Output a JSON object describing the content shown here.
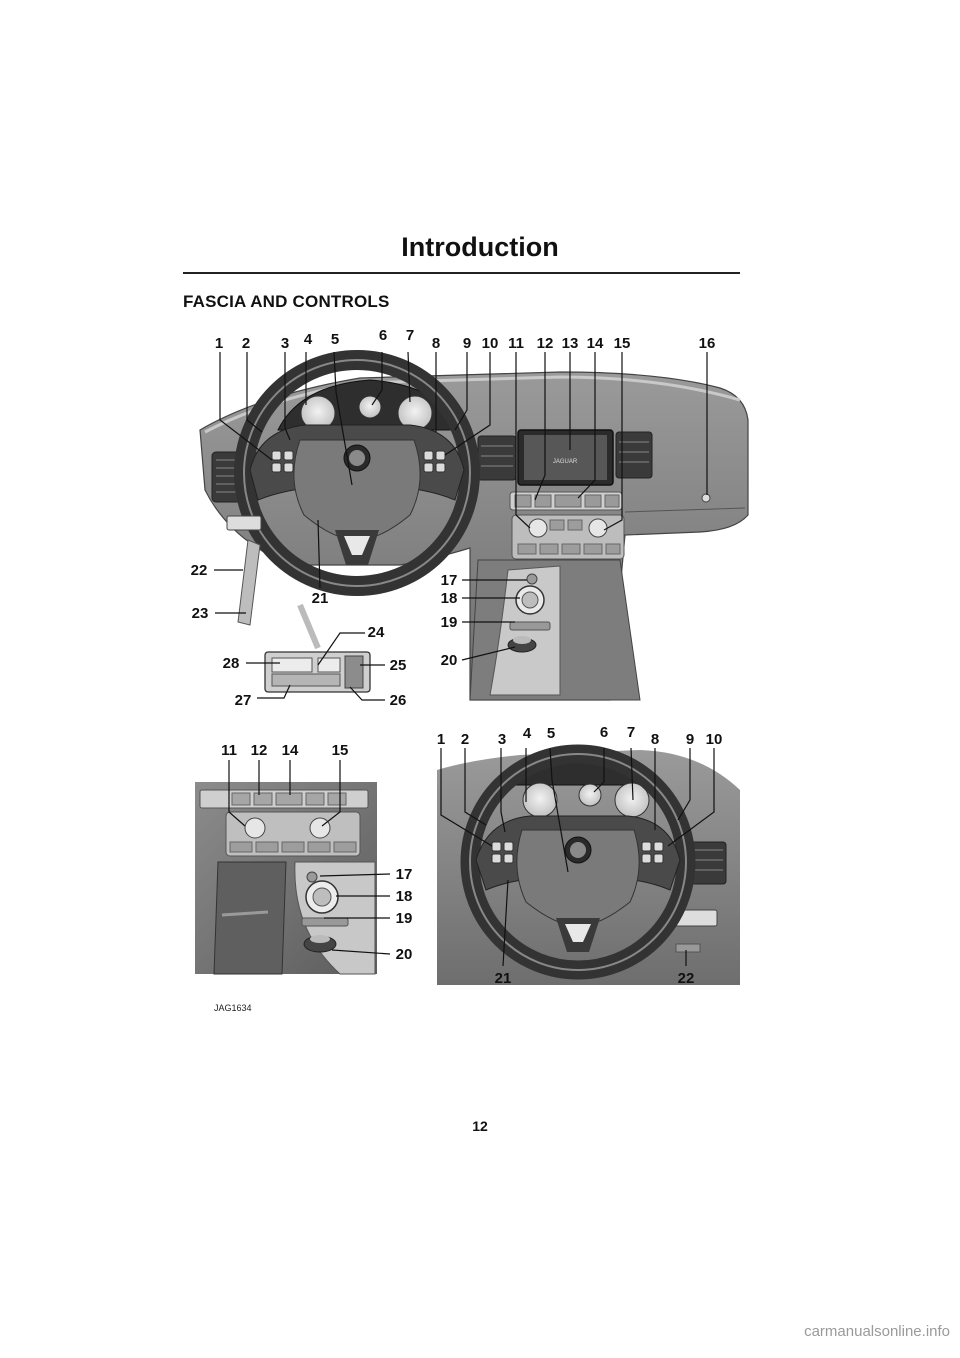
{
  "header": {
    "title": "Introduction"
  },
  "section": {
    "heading": "FASCIA AND CONTROLS"
  },
  "figure": {
    "code": "JAG1634",
    "badge": "JAGUAR",
    "top_panel": {
      "callouts": [
        "1",
        "2",
        "3",
        "4",
        "5",
        "6",
        "7",
        "8",
        "9",
        "10",
        "11",
        "12",
        "13",
        "14",
        "15",
        "16",
        "17",
        "18",
        "19",
        "20",
        "21",
        "22",
        "23",
        "24",
        "25",
        "26",
        "27",
        "28"
      ]
    },
    "console_panel": {
      "callouts": [
        "11",
        "12",
        "14",
        "15",
        "17",
        "18",
        "19",
        "20"
      ]
    },
    "rhd_panel": {
      "callouts": [
        "1",
        "2",
        "3",
        "4",
        "5",
        "6",
        "7",
        "8",
        "9",
        "10",
        "21",
        "22"
      ]
    }
  },
  "footer": {
    "page_number": "12",
    "watermark": "carmanualsonline.info"
  }
}
